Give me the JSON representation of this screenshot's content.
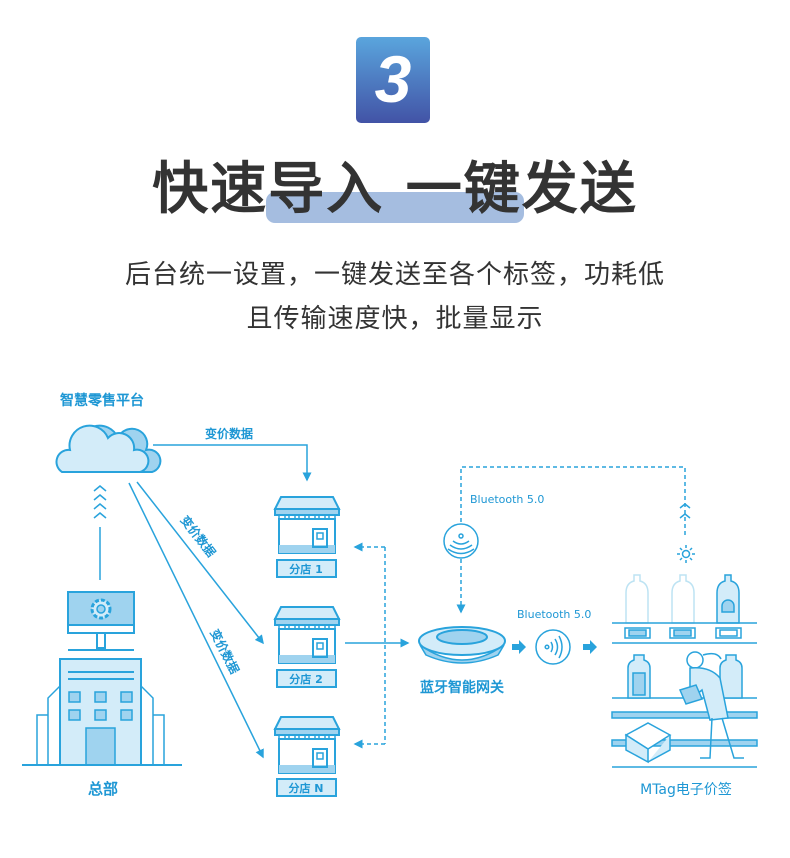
{
  "badge": {
    "number": "3",
    "color_top": "#5aa5dd",
    "color_bottom": "#4253a6"
  },
  "title": "快速导入 一键发送",
  "subtitle": [
    "后台统一设置，一键发送至各个标签，功耗低",
    "且传输速度快，批量显示"
  ],
  "diagram": {
    "platform_label": "智慧零售平台",
    "hq_label": "总部",
    "edge_label": "变价数据",
    "stores": [
      "分店 1",
      "分店 2",
      "分店 N"
    ],
    "gateway_label": "蓝牙智能网关",
    "bluetooth_label_top": "Bluetooth 5.0",
    "bluetooth_label_mid": "Bluetooth 5.0",
    "tag_label": "MTag电子价签",
    "line_color": "#29a3dc"
  }
}
